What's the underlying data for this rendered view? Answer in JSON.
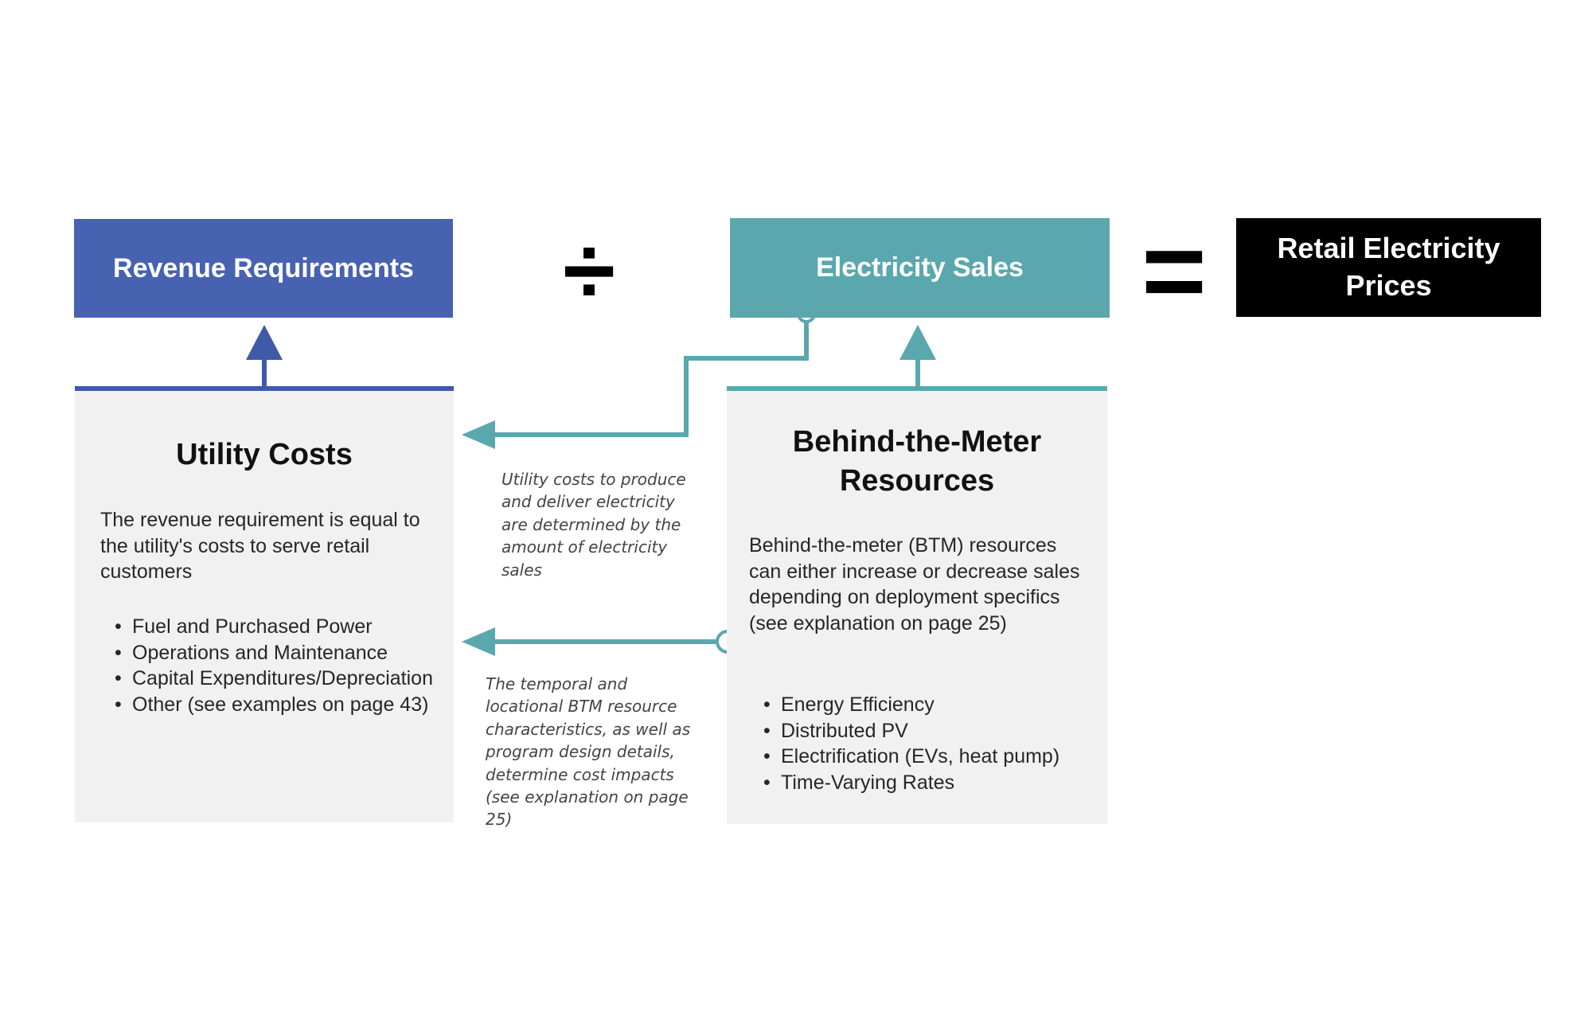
{
  "equation": {
    "revenue_requirements": "Revenue Requirements",
    "divide_symbol": "÷",
    "electricity_sales": "Electricity Sales",
    "equals_symbol": "=",
    "retail_prices": "Retail Electricity Prices"
  },
  "utility_costs": {
    "title": "Utility Costs",
    "description": "The revenue requirement is equal to the utility's costs to serve retail customers",
    "items": [
      "Fuel and Purchased Power",
      "Operations and Maintenance",
      "Capital Expenditures/Depreciation",
      "Other (see examples on page 43)"
    ]
  },
  "btm_resources": {
    "title": "Behind-the-Meter Resources",
    "description": "Behind-the-meter (BTM) resources can either increase or decrease sales depending on deployment specifics (see explanation on page 25)",
    "items": [
      "Energy Efficiency",
      "Distributed PV",
      "Electrification (EVs, heat pump)",
      "Time-Varying Rates"
    ]
  },
  "annotations": {
    "sales_to_costs": "Utility costs to produce and deliver electricity are determined by the amount of electricity sales",
    "btm_to_costs": "The temporal and locational BTM resource characteristics, as well as program design details, determine cost impacts (see explanation on page 25)"
  },
  "colors": {
    "revenue_blue": "#4862b2",
    "sales_teal": "#5aa8ad",
    "retail_black": "#000000",
    "panel_gray": "#f1f1f1"
  }
}
